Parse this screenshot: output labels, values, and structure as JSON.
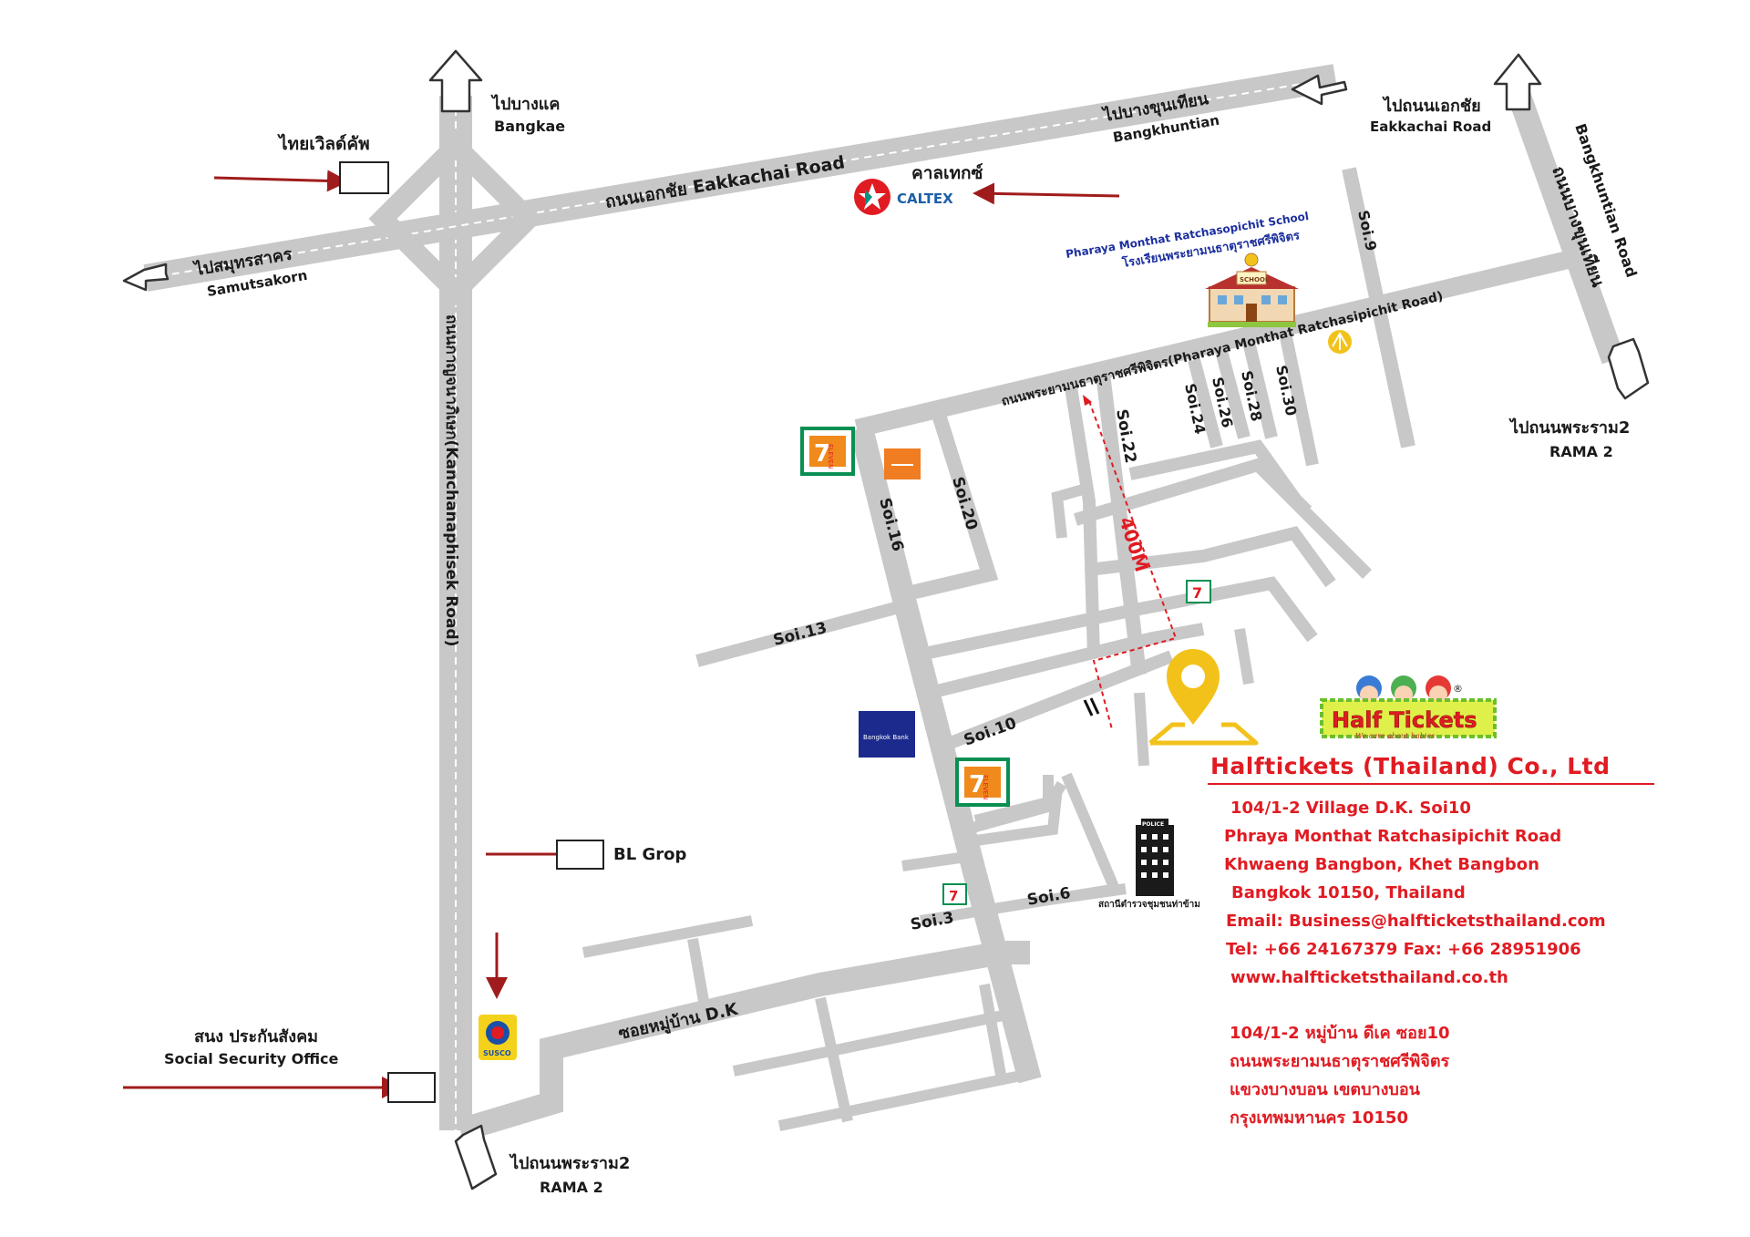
{
  "map": {
    "roads": {
      "kanchanaphisek": "ถนนกาญจนาภิเษก(Kanchanaphisek Road)",
      "eakkachai": "ถนนเอกชัย Eakkachai Road",
      "pharaya": "ถนนพระยามนธาตุราชศรีพิจิตร(Pharaya Monthat Ratchasipichit Road)",
      "bangkhuntian_thai": "ถนนบางขุนเทียน",
      "bangkhuntian_en": "Bangkhuntian Road",
      "village_dk": "ซอยหมู่บ้าน D.K"
    },
    "directions": {
      "bangkae_thai": "ไปบางแค",
      "bangkae_en": "Bangkae",
      "bangkhuntian_thai": "ไปบางขุนเทียน",
      "bangkhuntian_en": "Bangkhuntian",
      "eakkachai_thai": "ไปถนนเอกชัย",
      "eakkachai_en": "Eakkachai Road",
      "samutsakorn_thai": "ไปสมุทรสาคร",
      "samutsakorn_en": "Samutsakorn",
      "rama2_right_thai": "ไปถนนพระราม2",
      "rama2_right_en": "RAMA 2",
      "rama2_bottom_thai": "ไปถนนพระราม2",
      "rama2_bottom_en": "RAMA 2"
    },
    "sois": {
      "soi9": "Soi.9",
      "soi16": "Soi.16",
      "soi20": "Soi.20",
      "soi22": "Soi.22",
      "soi24": "Soi.24",
      "soi26": "Soi.26",
      "soi28": "Soi.28",
      "soi30": "Soi.30",
      "soi13": "Soi.13",
      "soi10": "Soi.10",
      "soi6": "Soi.6",
      "soi3": "Soi.3"
    },
    "landmarks": {
      "thaiworld": "ไทยเวิลด์คัพ",
      "caltex_thai": "คาลเทกซ์",
      "caltex_logo": "CALTEX",
      "school_en": "Pharaya Monthat Ratchasopichit School",
      "school_thai": "โรงเรียนพระยามนธาตุราชศรีพิจิตร",
      "school_sign": "SCHOOL",
      "bl_grop": "BL Grop",
      "social_security_thai": "สนง ประกันสังคม",
      "social_security_en": "Social Security Office",
      "police_sign": "POLICE",
      "police_station": "สถานีตำรวจชุมชนท่าข้าม",
      "susco_logo": "SUSCO",
      "bangkok_bank": "Bangkok Bank",
      "seven_eleven": "ELEVEN",
      "distance": "400M"
    },
    "icons": [
      "arrow-icon",
      "seven-eleven-icon",
      "caltex-icon",
      "school-icon",
      "susco-icon",
      "bank-icon",
      "police-building-icon",
      "location-pin-icon",
      "shell-icon"
    ]
  },
  "company": {
    "logo_text": "Half Tickets",
    "logo_tagline": "We care about babies",
    "name": "Halftickets (Thailand) Co., Ltd",
    "address_en": [
      "104/1-2 Village D.K. Soi10",
      "Phraya Monthat Ratchasipichit Road",
      "Khwaeng Bangbon, Khet Bangbon",
      "Bangkok 10150, Thailand",
      "Email: Business@halfticketsthailand.com",
      "Tel: +66 24167379   Fax: +66 28951906",
      "www.halfticketsthailand.co.th"
    ],
    "address_th": [
      "104/1-2 หมู่บ้าน ดีเค ซอย10",
      "ถนนพระยามนธาตุราชศรีพิจิตร",
      "แขวงบางบอน เขตบางบอน",
      "กรุงเทพมหานคร 10150"
    ]
  },
  "colors": {
    "road": "#c8c8c8",
    "accent_red": "#e01b22",
    "arrow_red": "#a01c1c",
    "pin_yellow": "#f2c21b",
    "school_blue": "#1c2f9e"
  }
}
